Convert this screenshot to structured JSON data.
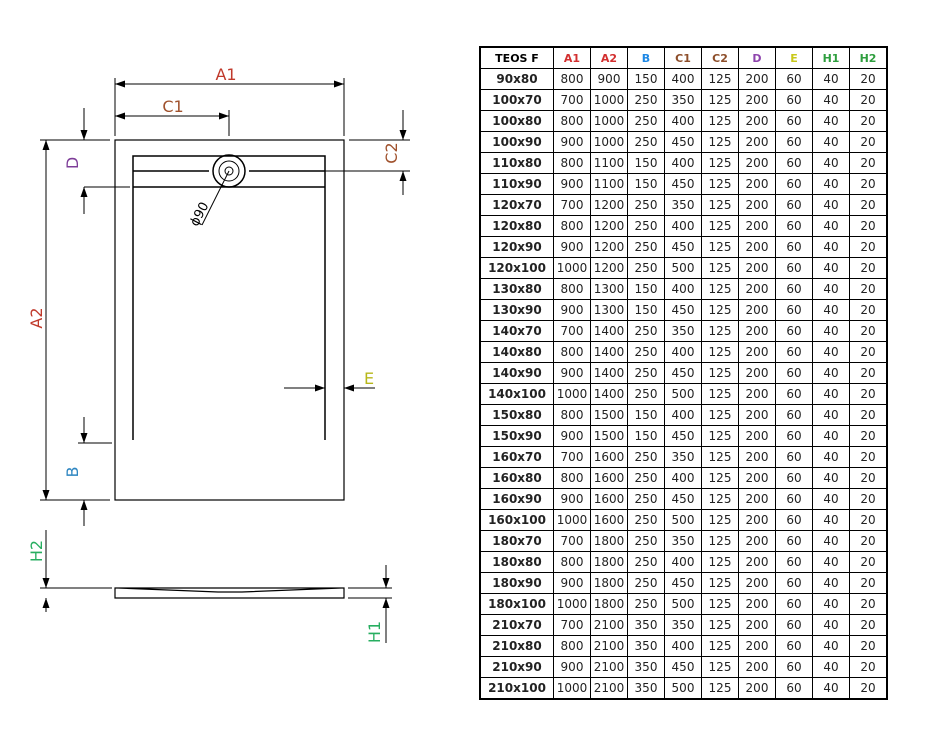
{
  "drawing": {
    "labels": {
      "A1": "A1",
      "A2": "A2",
      "B": "B",
      "C1": "C1",
      "C2": "C2",
      "D": "D",
      "E": "E",
      "H1": "H1",
      "H2": "H2",
      "drain": "ɸ90"
    },
    "colors": {
      "A1": "#c0392b",
      "A2": "#c0392b",
      "B": "#2e86c1",
      "C1": "#a0522d",
      "C2": "#a0522d",
      "D": "#7d3c98",
      "E": "#b7b71a",
      "H1": "#27ae60",
      "H2": "#27ae60"
    }
  },
  "table": {
    "headers": [
      {
        "text": "TEOS F",
        "color": "#000000"
      },
      {
        "text": "A1",
        "color": "#d32f2f"
      },
      {
        "text": "A2",
        "color": "#d32f2f"
      },
      {
        "text": "B",
        "color": "#1e88e5"
      },
      {
        "text": "C1",
        "color": "#8d4e2a"
      },
      {
        "text": "C2",
        "color": "#8d4e2a"
      },
      {
        "text": "D",
        "color": "#8e44ad"
      },
      {
        "text": "E",
        "color": "#c8c81a"
      },
      {
        "text": "H1",
        "color": "#2e9e3e"
      },
      {
        "text": "H2",
        "color": "#2e9e3e"
      }
    ],
    "rows": [
      [
        "90x80",
        "800",
        "900",
        "150",
        "400",
        "125",
        "200",
        "60",
        "40",
        "20"
      ],
      [
        "100x70",
        "700",
        "1000",
        "250",
        "350",
        "125",
        "200",
        "60",
        "40",
        "20"
      ],
      [
        "100x80",
        "800",
        "1000",
        "250",
        "400",
        "125",
        "200",
        "60",
        "40",
        "20"
      ],
      [
        "100x90",
        "900",
        "1000",
        "250",
        "450",
        "125",
        "200",
        "60",
        "40",
        "20"
      ],
      [
        "110x80",
        "800",
        "1100",
        "150",
        "400",
        "125",
        "200",
        "60",
        "40",
        "20"
      ],
      [
        "110x90",
        "900",
        "1100",
        "150",
        "450",
        "125",
        "200",
        "60",
        "40",
        "20"
      ],
      [
        "120x70",
        "700",
        "1200",
        "250",
        "350",
        "125",
        "200",
        "60",
        "40",
        "20"
      ],
      [
        "120x80",
        "800",
        "1200",
        "250",
        "400",
        "125",
        "200",
        "60",
        "40",
        "20"
      ],
      [
        "120x90",
        "900",
        "1200",
        "250",
        "450",
        "125",
        "200",
        "60",
        "40",
        "20"
      ],
      [
        "120x100",
        "1000",
        "1200",
        "250",
        "500",
        "125",
        "200",
        "60",
        "40",
        "20"
      ],
      [
        "130x80",
        "800",
        "1300",
        "150",
        "400",
        "125",
        "200",
        "60",
        "40",
        "20"
      ],
      [
        "130x90",
        "900",
        "1300",
        "150",
        "450",
        "125",
        "200",
        "60",
        "40",
        "20"
      ],
      [
        "140x70",
        "700",
        "1400",
        "250",
        "350",
        "125",
        "200",
        "60",
        "40",
        "20"
      ],
      [
        "140x80",
        "800",
        "1400",
        "250",
        "400",
        "125",
        "200",
        "60",
        "40",
        "20"
      ],
      [
        "140x90",
        "900",
        "1400",
        "250",
        "450",
        "125",
        "200",
        "60",
        "40",
        "20"
      ],
      [
        "140x100",
        "1000",
        "1400",
        "250",
        "500",
        "125",
        "200",
        "60",
        "40",
        "20"
      ],
      [
        "150x80",
        "800",
        "1500",
        "150",
        "400",
        "125",
        "200",
        "60",
        "40",
        "20"
      ],
      [
        "150x90",
        "900",
        "1500",
        "150",
        "450",
        "125",
        "200",
        "60",
        "40",
        "20"
      ],
      [
        "160x70",
        "700",
        "1600",
        "250",
        "350",
        "125",
        "200",
        "60",
        "40",
        "20"
      ],
      [
        "160x80",
        "800",
        "1600",
        "250",
        "400",
        "125",
        "200",
        "60",
        "40",
        "20"
      ],
      [
        "160x90",
        "900",
        "1600",
        "250",
        "450",
        "125",
        "200",
        "60",
        "40",
        "20"
      ],
      [
        "160x100",
        "1000",
        "1600",
        "250",
        "500",
        "125",
        "200",
        "60",
        "40",
        "20"
      ],
      [
        "180x70",
        "700",
        "1800",
        "250",
        "350",
        "125",
        "200",
        "60",
        "40",
        "20"
      ],
      [
        "180x80",
        "800",
        "1800",
        "250",
        "400",
        "125",
        "200",
        "60",
        "40",
        "20"
      ],
      [
        "180x90",
        "900",
        "1800",
        "250",
        "450",
        "125",
        "200",
        "60",
        "40",
        "20"
      ],
      [
        "180x100",
        "1000",
        "1800",
        "250",
        "500",
        "125",
        "200",
        "60",
        "40",
        "20"
      ],
      [
        "210x70",
        "700",
        "2100",
        "350",
        "350",
        "125",
        "200",
        "60",
        "40",
        "20"
      ],
      [
        "210x80",
        "800",
        "2100",
        "350",
        "400",
        "125",
        "200",
        "60",
        "40",
        "20"
      ],
      [
        "210x90",
        "900",
        "2100",
        "350",
        "450",
        "125",
        "200",
        "60",
        "40",
        "20"
      ],
      [
        "210x100",
        "1000",
        "2100",
        "350",
        "500",
        "125",
        "200",
        "60",
        "40",
        "20"
      ]
    ]
  }
}
